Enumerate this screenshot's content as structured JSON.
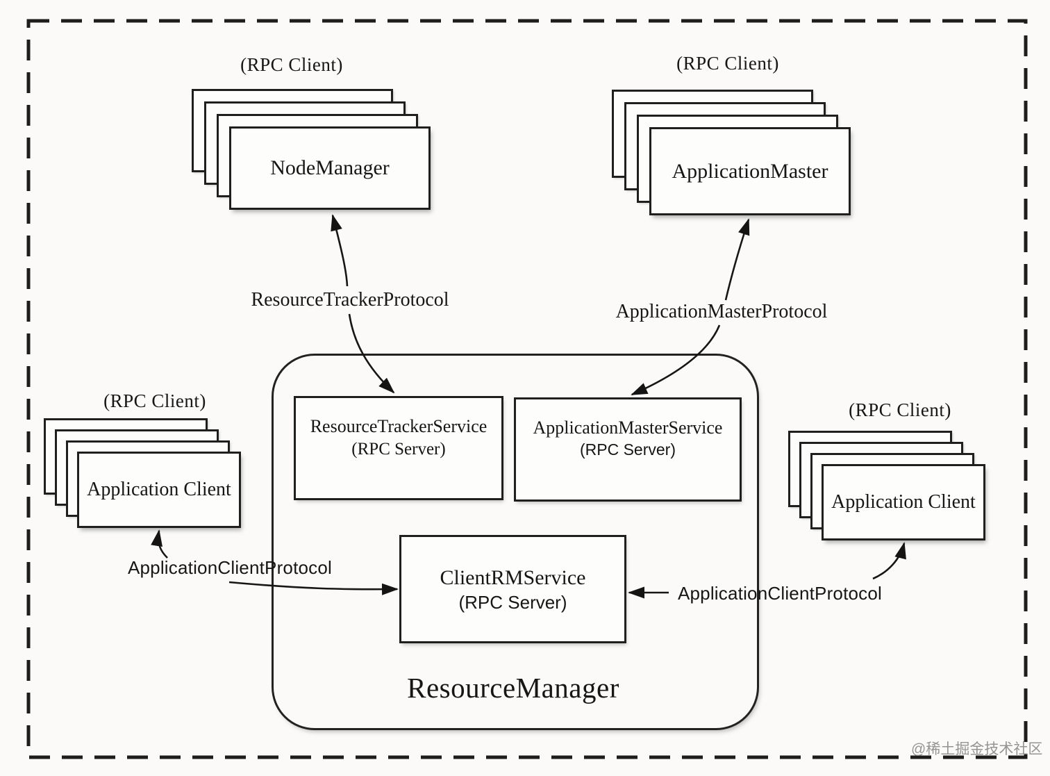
{
  "diagram": {
    "title_hint": "YARN ResourceManager RPC architecture",
    "colors": {
      "line": "#1c1c1c",
      "background": "#fbfaf8",
      "watermark_gray": "#8a8a8a"
    },
    "watermark": "@稀土掘金技术社区",
    "resource_manager_label": "ResourceManager",
    "stacks": [
      {
        "caption": "(RPC Client)",
        "label": "NodeManager"
      },
      {
        "caption": "(RPC Client)",
        "label": "ApplicationMaster"
      },
      {
        "caption": "(RPC Client)",
        "label": "Application Client"
      },
      {
        "caption": "(RPC Client)",
        "label": "Application Client"
      }
    ],
    "services": [
      {
        "name": "ResourceTrackerService",
        "role": "(RPC Server)"
      },
      {
        "name": "ApplicationMasterService",
        "role": "(RPC Server)"
      },
      {
        "name": "ClientRMService",
        "role": "(RPC Server)"
      }
    ],
    "protocols": [
      {
        "label": "ResourceTrackerProtocol"
      },
      {
        "label": "ApplicationMasterProtocol"
      },
      {
        "label": "ApplicationClientProtocol"
      },
      {
        "label": "ApplicationClientProtocol"
      }
    ]
  }
}
